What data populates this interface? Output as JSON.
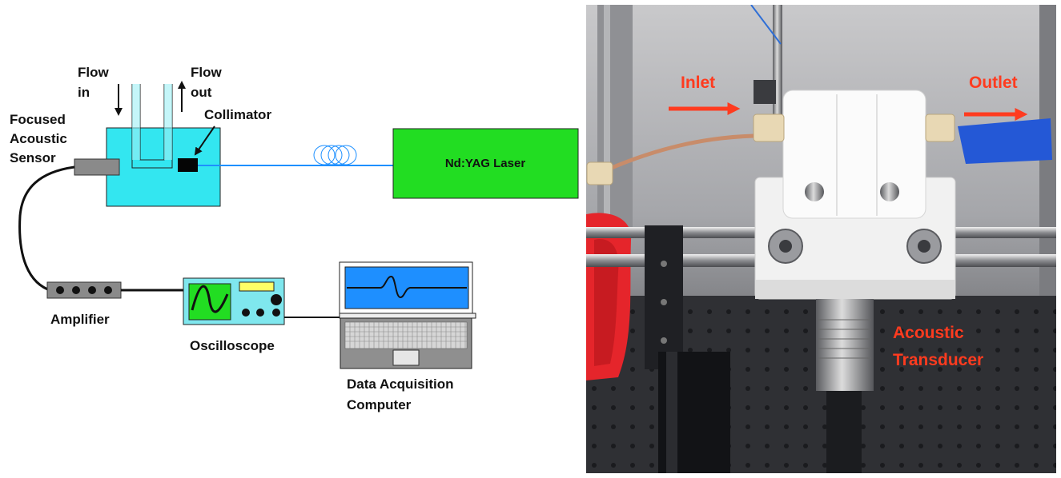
{
  "schematic": {
    "labels": {
      "flow_in_1": "Flow",
      "flow_in_2": "in",
      "flow_out_1": "Flow",
      "flow_out_2": "out",
      "collimator": "Collimator",
      "sensor_1": "Focused",
      "sensor_2": "Acoustic",
      "sensor_3": "Sensor",
      "laser": "Nd:YAG Laser",
      "amplifier": "Amplifier",
      "oscilloscope": "Oscilloscope",
      "computer_1": "Data Acquisition",
      "computer_2": "Computer"
    },
    "colors": {
      "tank": "#33e6f0",
      "laser": "#22dd22",
      "fiber": "#1e90ff",
      "screen": "#1e8fff",
      "scope_body": "#7fe7ee",
      "scope_screen": "#22dd22",
      "scope_display": "#ffff66"
    }
  },
  "photo": {
    "labels": {
      "inlet": "Inlet",
      "outlet": "Outlet",
      "transducer_1": "Acoustic",
      "transducer_2": "Transducer"
    },
    "colors": {
      "annotation": "#ff3b1f",
      "tape": "#2458d6"
    }
  }
}
